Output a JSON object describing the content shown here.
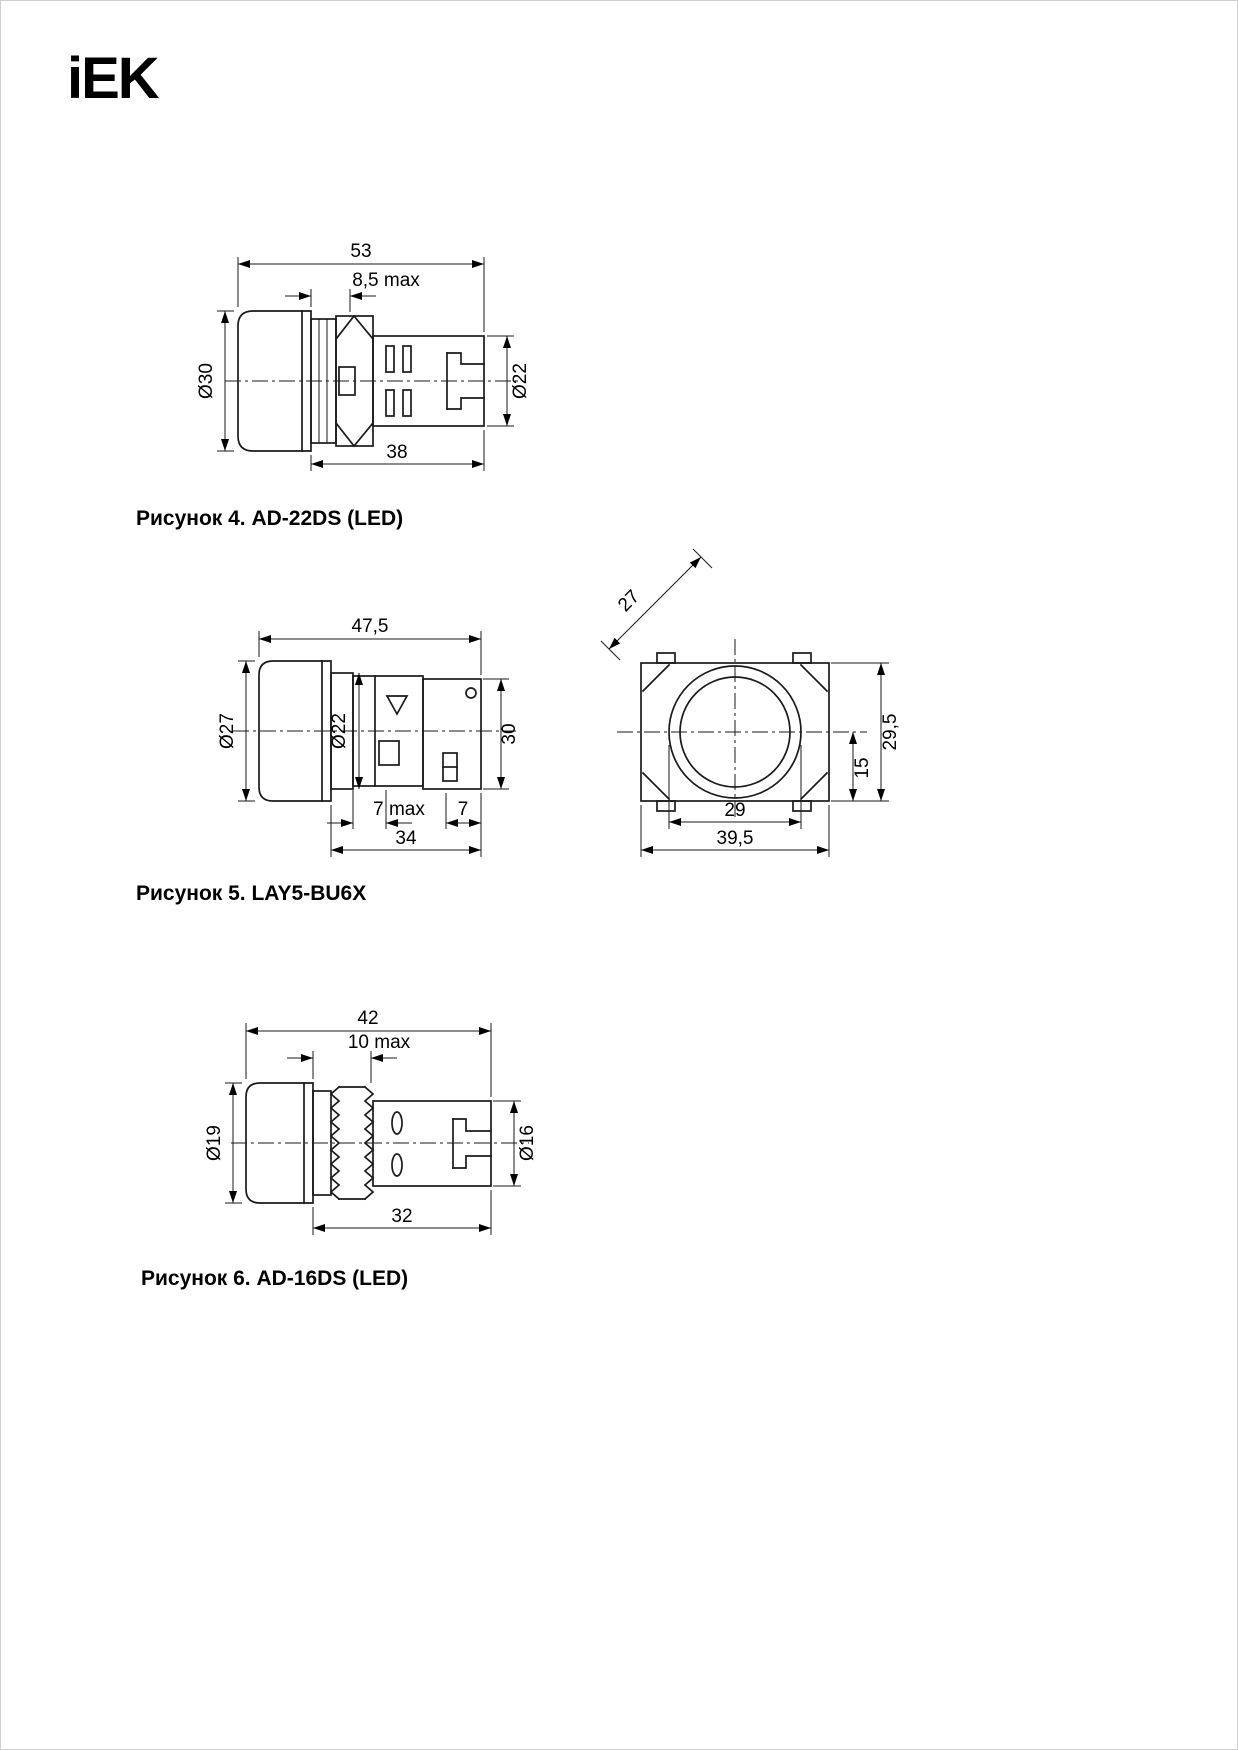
{
  "logo": {
    "text": "iEK"
  },
  "fig4": {
    "caption": "Рисунок 4. AD-22DS (LED)",
    "dim_total": "53",
    "dim_panel": "8,5 max",
    "dim_lens": "Ø30",
    "dim_body": "Ø22",
    "dim_depth": "38"
  },
  "fig5": {
    "caption": "Рисунок 5. LAY5-BU6X",
    "side": {
      "dim_total": "47,5",
      "dim_lens": "Ø27",
      "dim_thread": "Ø22",
      "dim_height": "30",
      "dim_panel": "7 max",
      "dim_gap": "7",
      "dim_depth": "34"
    },
    "front": {
      "dim_button": "27",
      "dim_height_total": "29,5",
      "dim_height_half": "15",
      "dim_width_inner": "29",
      "dim_width_total": "39,5"
    }
  },
  "fig6": {
    "caption": "Рисунок 6. AD-16DS (LED)",
    "dim_total": "42",
    "dim_panel": "10 max",
    "dim_lens": "Ø19",
    "dim_body": "Ø16",
    "dim_depth": "32"
  }
}
